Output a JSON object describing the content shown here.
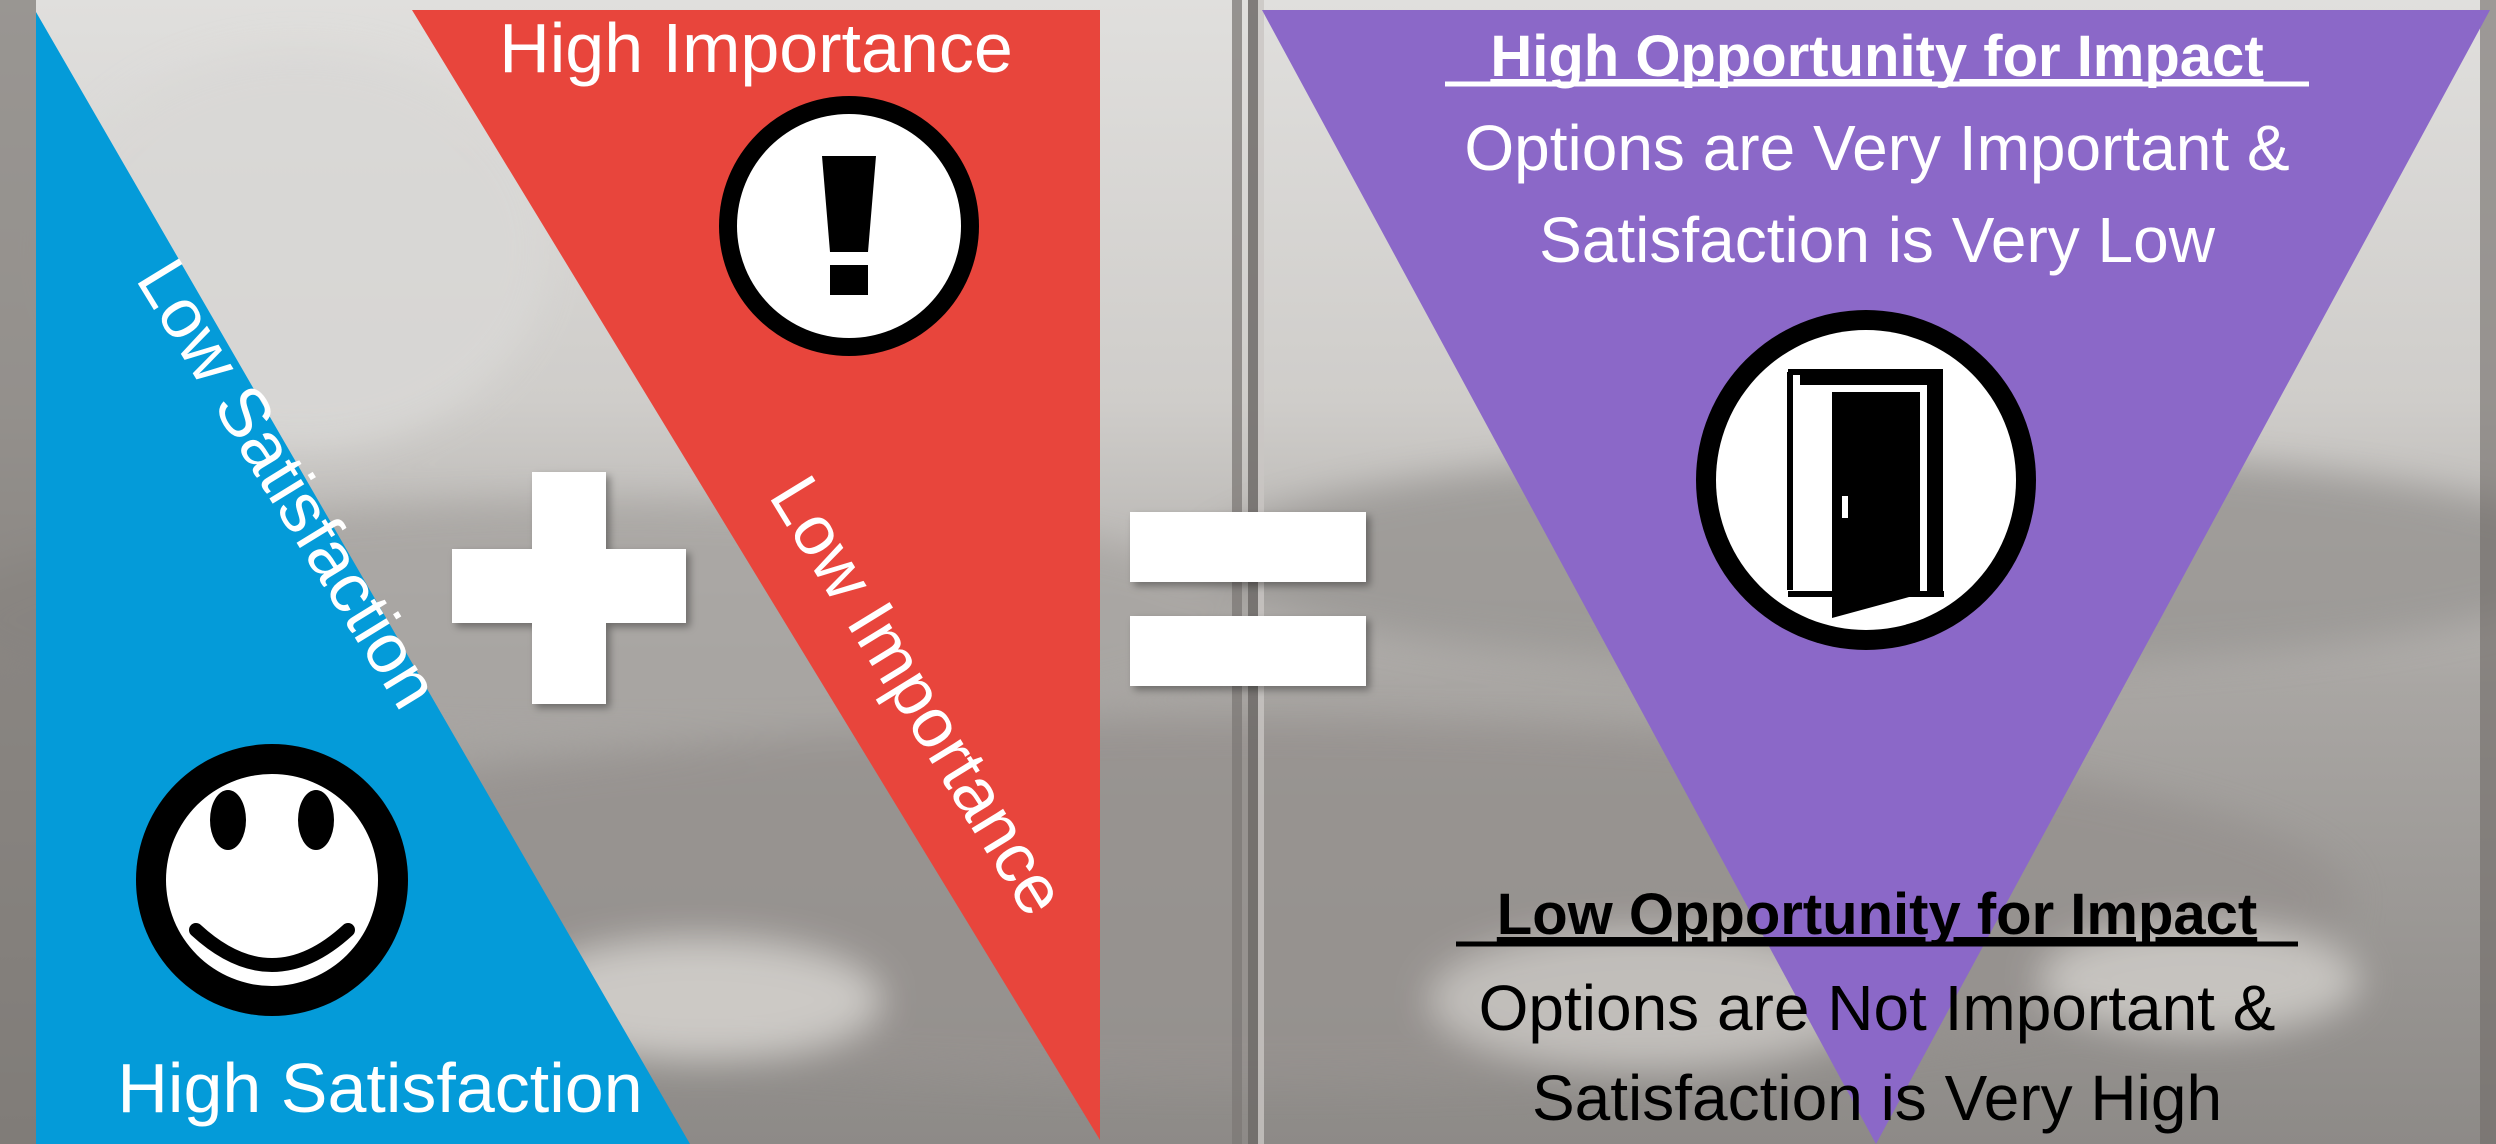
{
  "left_panel": {
    "blue_triangle": {
      "color": "#049bd9",
      "diagonal_label": "Low Satisfaction",
      "bottom_label": "High Satisfaction",
      "icon": "smiley-face-icon"
    },
    "red_triangle": {
      "color": "#e8453c",
      "top_label": "High Importance",
      "diagonal_label": "Low Importance",
      "icon": "exclamation-icon"
    },
    "operator_plus": "+",
    "operator_equals": "="
  },
  "right_panel": {
    "purple_triangle": {
      "color": "#8b68c8",
      "icon": "open-door-icon"
    },
    "high": {
      "heading": "High Opportunity for Impact",
      "line1": "Options are Very Important &",
      "line2": "Satisfaction is Very Low"
    },
    "low": {
      "heading": "Low Opportunity for Impact",
      "line1": "Options are Not Important &",
      "line2": "Satisfaction is Very High"
    }
  }
}
